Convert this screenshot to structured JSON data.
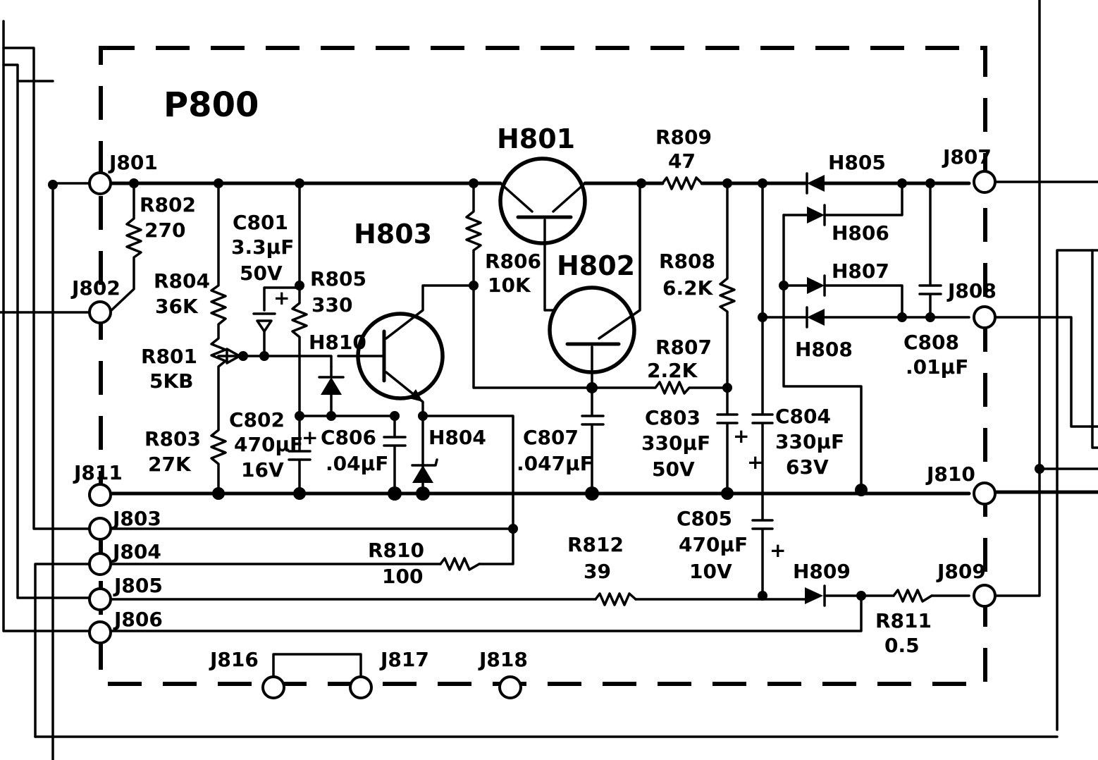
{
  "board": "P800",
  "transistors": [
    {
      "id": "H801",
      "label": "H801"
    },
    {
      "id": "H802",
      "label": "H802"
    },
    {
      "id": "H803",
      "label": "H803"
    }
  ],
  "diodes": [
    {
      "id": "H804",
      "label": "H804"
    },
    {
      "id": "H805",
      "label": "H805"
    },
    {
      "id": "H806",
      "label": "H806"
    },
    {
      "id": "H807",
      "label": "H807"
    },
    {
      "id": "H808",
      "label": "H808"
    },
    {
      "id": "H809",
      "label": "H809"
    },
    {
      "id": "H810",
      "label": "H810"
    }
  ],
  "resistors": [
    {
      "id": "R801",
      "label": "R801",
      "value": "5KB"
    },
    {
      "id": "R802",
      "label": "R802",
      "value": "270"
    },
    {
      "id": "R803",
      "label": "R803",
      "value": "27K"
    },
    {
      "id": "R804",
      "label": "R804",
      "value": "36K"
    },
    {
      "id": "R805",
      "label": "R805",
      "value": "330"
    },
    {
      "id": "R806",
      "label": "R806",
      "value": "10K"
    },
    {
      "id": "R807",
      "label": "R807",
      "value": "2.2K"
    },
    {
      "id": "R808",
      "label": "R808",
      "value": "6.2K"
    },
    {
      "id": "R809",
      "label": "R809",
      "value": "47"
    },
    {
      "id": "R810",
      "label": "R810",
      "value": "100"
    },
    {
      "id": "R811",
      "label": "R811",
      "value": "0.5"
    },
    {
      "id": "R812",
      "label": "R812",
      "value": "39"
    }
  ],
  "capacitors": [
    {
      "id": "C801",
      "label": "C801",
      "value": "3.3μF",
      "voltage": "50V"
    },
    {
      "id": "C802",
      "label": "C802",
      "value": "470μF",
      "voltage": "16V"
    },
    {
      "id": "C803",
      "label": "C803",
      "value": "330μF",
      "voltage": "50V"
    },
    {
      "id": "C804",
      "label": "C804",
      "value": "330μF",
      "voltage": "63V"
    },
    {
      "id": "C805",
      "label": "C805",
      "value": "470μF",
      "voltage": "10V"
    },
    {
      "id": "C806",
      "label": "C806",
      "value": ".04μF"
    },
    {
      "id": "C807",
      "label": "C807",
      "value": ".047μF"
    },
    {
      "id": "C808",
      "label": "C808",
      "value": ".01μF"
    }
  ],
  "terminals": [
    "J801",
    "J802",
    "J803",
    "J804",
    "J805",
    "J806",
    "J807",
    "J808",
    "J809",
    "J810",
    "J811",
    "J816",
    "J817",
    "J818"
  ],
  "polarity_mark": "+"
}
